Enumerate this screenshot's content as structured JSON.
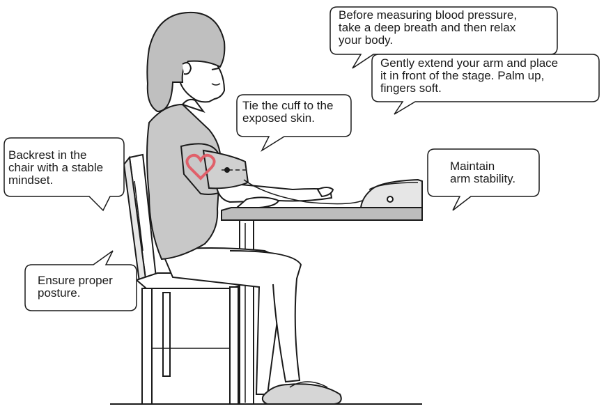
{
  "callouts": {
    "breathe": "Before measuring blood pressure,\ntake a deep breath and then relax\nyour body.",
    "arm": "Gently extend your arm and place\nit in front of the stage. Palm up,\nfingers soft.",
    "cuff": "Tie the cuff to the\nexposed skin.",
    "backrest": "Backrest in the\nchair with a stable\nmindset.",
    "stability": "Maintain\narm stability.",
    "posture": "Ensure proper\nposture."
  },
  "colors": {
    "outline": "#1a1a1a",
    "skin": "#ffffff",
    "hair": "#bfbfbf",
    "shirt": "#c8c8c8",
    "cuff": "#d0d0d0",
    "table_top": "#bdbdbd",
    "heart": "#e0606a",
    "device": "#e6e6e6"
  },
  "icons": {
    "heart": "heart-icon"
  }
}
